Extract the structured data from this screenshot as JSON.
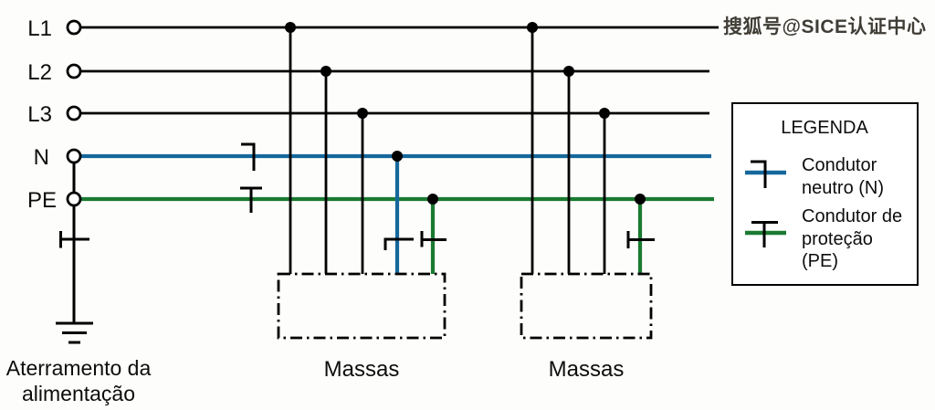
{
  "watermark": {
    "text": "搜狐号@SICE认证中心"
  },
  "buses": {
    "l1": "L1",
    "l2": "L2",
    "l3": "L3",
    "n": "N",
    "pe": "PE"
  },
  "earthing": {
    "line1": "Aterramento da",
    "line2": "alimentação"
  },
  "loads": {
    "massas1": "Massas",
    "massas2": "Massas"
  },
  "legend": {
    "title": "LEGENDA",
    "neutral": {
      "line1": "Condutor",
      "line2": "neutro (N)"
    },
    "protection": {
      "line1": "Condutor de",
      "line2": "proteção",
      "line3": "(PE)"
    }
  },
  "colors": {
    "neutral": "#16689c",
    "protection": "#1a7a31",
    "line": "#000000"
  }
}
